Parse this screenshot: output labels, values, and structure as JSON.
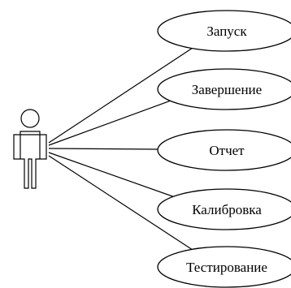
{
  "diagram": {
    "type": "use-case",
    "actor": {
      "name": ""
    },
    "use_cases": [
      {
        "label": "Запуск"
      },
      {
        "label": "Завершение"
      },
      {
        "label": "Отчет"
      },
      {
        "label": "Калибровка"
      },
      {
        "label": "Тестирование"
      }
    ]
  }
}
